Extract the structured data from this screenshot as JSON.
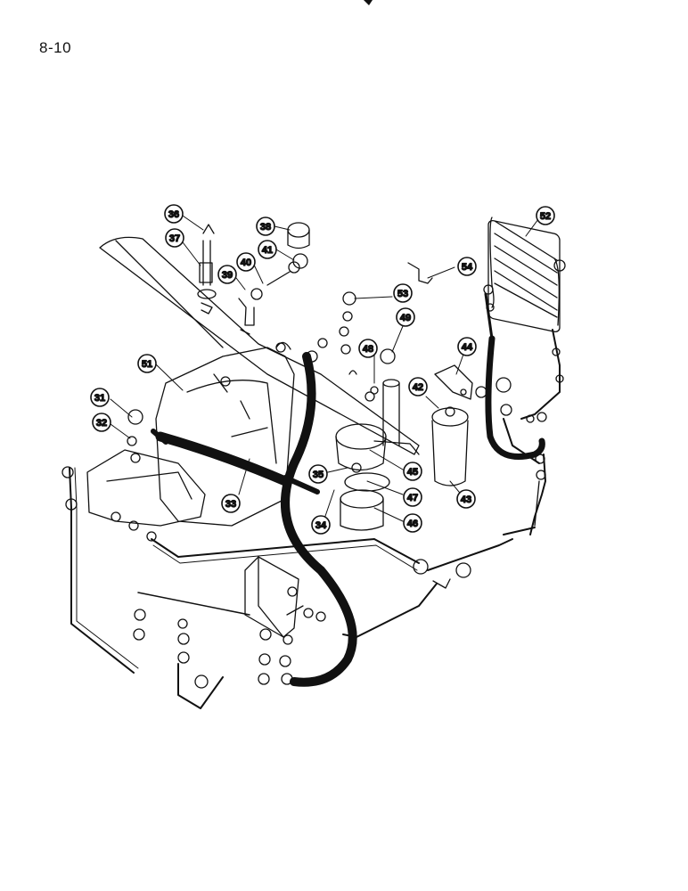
{
  "page": {
    "number": "8-10"
  },
  "callouts": [
    {
      "label": "31"
    },
    {
      "label": "32"
    },
    {
      "label": "33"
    },
    {
      "label": "34"
    },
    {
      "label": "35"
    },
    {
      "label": "36"
    },
    {
      "label": "37"
    },
    {
      "label": "38"
    },
    {
      "label": "39"
    },
    {
      "label": "40"
    },
    {
      "label": "41"
    },
    {
      "label": "42"
    },
    {
      "label": "43"
    },
    {
      "label": "44"
    },
    {
      "label": "45"
    },
    {
      "label": "46"
    },
    {
      "label": "47"
    },
    {
      "label": "48"
    },
    {
      "label": "49"
    },
    {
      "label": "51"
    },
    {
      "label": "52"
    },
    {
      "label": "53"
    },
    {
      "label": "54"
    }
  ]
}
